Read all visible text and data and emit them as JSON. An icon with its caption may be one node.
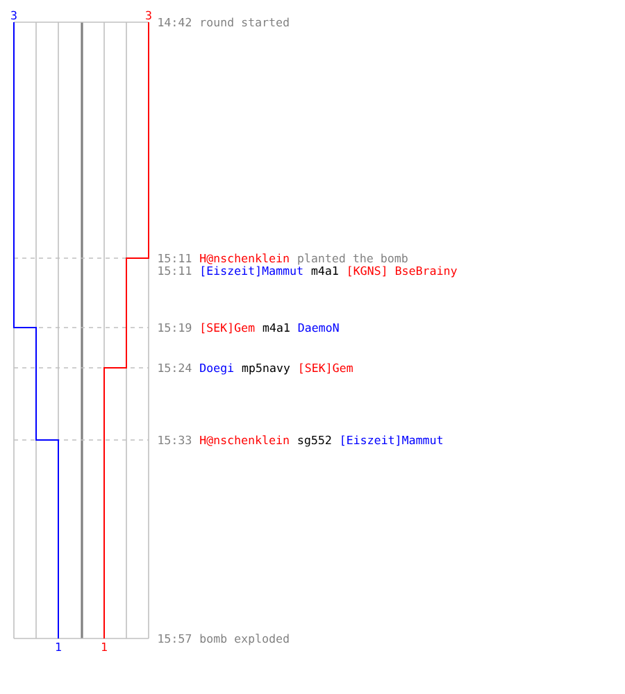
{
  "diagram": {
    "labels": [
      "3",
      "3",
      "14:42",
      "round started",
      "15:11",
      "H@nschenklein",
      "planted the bomb",
      "15:11",
      "[Eiszeit]Mammut",
      "m4a1",
      "[KGNS] BseBrainy",
      "15:19",
      "[SEK]Gem",
      "m4a1",
      "DaemoN",
      "15:24",
      "Doegi",
      "mp5navy",
      "[SEK]Gem",
      "15:33",
      "H@nschenklein",
      "sg552",
      "[Eiszeit]Mammut",
      "15:57",
      "bomb exploded",
      "1",
      "1"
    ]
  }
}
